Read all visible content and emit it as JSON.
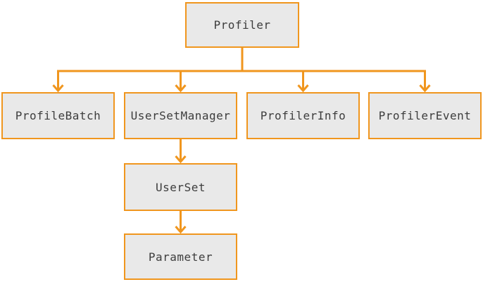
{
  "diagram": {
    "type": "hierarchy",
    "colors": {
      "accent": "#f0961e",
      "node_fill": "#e9e9e9",
      "node_border": "#f0961e",
      "node_text": "#3d3d3d",
      "background": "#ffffff"
    },
    "nodes": {
      "profiler": {
        "label": "Profiler"
      },
      "profile_batch": {
        "label": "ProfileBatch"
      },
      "user_set_manager": {
        "label": "UserSetManager"
      },
      "profiler_info": {
        "label": "ProfilerInfo"
      },
      "profiler_event": {
        "label": "ProfilerEvent"
      },
      "user_set": {
        "label": "UserSet"
      },
      "parameter": {
        "label": "Parameter"
      }
    },
    "edges": [
      {
        "from": "Profiler",
        "to": "ProfileBatch"
      },
      {
        "from": "Profiler",
        "to": "UserSetManager"
      },
      {
        "from": "Profiler",
        "to": "ProfilerInfo"
      },
      {
        "from": "Profiler",
        "to": "ProfilerEvent"
      },
      {
        "from": "UserSetManager",
        "to": "UserSet"
      },
      {
        "from": "UserSet",
        "to": "Parameter"
      }
    ]
  }
}
